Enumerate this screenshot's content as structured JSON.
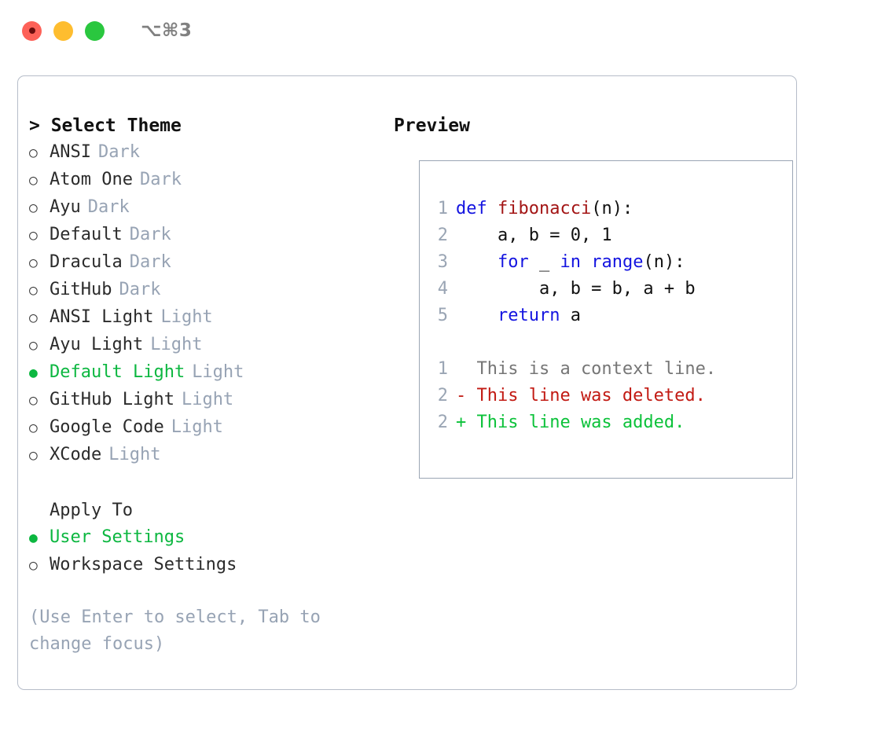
{
  "titlebar": {
    "shortcut": "⌥⌘3",
    "buttons": [
      {
        "name": "close",
        "color": "#fd6158"
      },
      {
        "name": "minimize",
        "color": "#febd2f"
      },
      {
        "name": "maximize",
        "color": "#2ac73f"
      }
    ]
  },
  "theme_panel": {
    "heading": "> Select Theme",
    "items": [
      {
        "label": "ANSI",
        "tag": "Dark",
        "marker": "○",
        "selected": false
      },
      {
        "label": "Atom One",
        "tag": "Dark",
        "marker": "○",
        "selected": false
      },
      {
        "label": "Ayu",
        "tag": "Dark",
        "marker": "○",
        "selected": false
      },
      {
        "label": "Default",
        "tag": "Dark",
        "marker": "○",
        "selected": false
      },
      {
        "label": "Dracula",
        "tag": "Dark",
        "marker": "○",
        "selected": false
      },
      {
        "label": "GitHub",
        "tag": "Dark",
        "marker": "○",
        "selected": false
      },
      {
        "label": "ANSI Light",
        "tag": "Light",
        "marker": "○",
        "selected": false
      },
      {
        "label": "Ayu Light",
        "tag": "Light",
        "marker": "○",
        "selected": false
      },
      {
        "label": "Default Light",
        "tag": "Light",
        "marker": "●",
        "selected": true
      },
      {
        "label": "GitHub Light",
        "tag": "Light",
        "marker": "○",
        "selected": false
      },
      {
        "label": "Google Code",
        "tag": "Light",
        "marker": "○",
        "selected": false
      },
      {
        "label": "XCode",
        "tag": "Light",
        "marker": "○",
        "selected": false
      }
    ]
  },
  "apply_to": {
    "heading": "Apply To",
    "items": [
      {
        "label": "User Settings",
        "marker": "●",
        "selected": true
      },
      {
        "label": "Workspace Settings",
        "marker": "○",
        "selected": false
      }
    ]
  },
  "help_text": "(Use Enter to select, Tab to change focus)",
  "preview": {
    "heading": "Preview",
    "code_lines": [
      {
        "lineno": "1",
        "tokens": [
          {
            "text": "def ",
            "style": "kw"
          },
          {
            "text": "fibonacci",
            "style": "fn"
          },
          {
            "text": "(n):",
            "style": "plain"
          }
        ]
      },
      {
        "lineno": "2",
        "tokens": [
          {
            "text": "    a, b = 0, 1",
            "style": "plain"
          }
        ]
      },
      {
        "lineno": "3",
        "tokens": [
          {
            "text": "    ",
            "style": "plain"
          },
          {
            "text": "for",
            "style": "kw"
          },
          {
            "text": " _ ",
            "style": "plain"
          },
          {
            "text": "in range",
            "style": "kw"
          },
          {
            "text": "(n):",
            "style": "plain"
          }
        ]
      },
      {
        "lineno": "4",
        "tokens": [
          {
            "text": "        a, b = b, a + b",
            "style": "plain"
          }
        ]
      },
      {
        "lineno": "5",
        "tokens": [
          {
            "text": "    ",
            "style": "plain"
          },
          {
            "text": "return",
            "style": "kw"
          },
          {
            "text": " a",
            "style": "plain"
          }
        ]
      }
    ],
    "diff_lines": [
      {
        "lineno": "1",
        "text": "  This is a context line.",
        "kind": "diff-ctx"
      },
      {
        "lineno": "2",
        "text": "- This line was deleted.",
        "kind": "diff-del"
      },
      {
        "lineno": "2",
        "text": "+ This line was added.",
        "kind": "diff-add"
      }
    ]
  },
  "colors": {
    "accent_green": "#0cb740",
    "tag_grey": "#97a3b4",
    "keyword_blue": "#1414e0",
    "function_red": "#a31515",
    "diff_deleted": "#c21a13",
    "diff_added": "#0cc23a",
    "border": "#b6bdc9"
  }
}
